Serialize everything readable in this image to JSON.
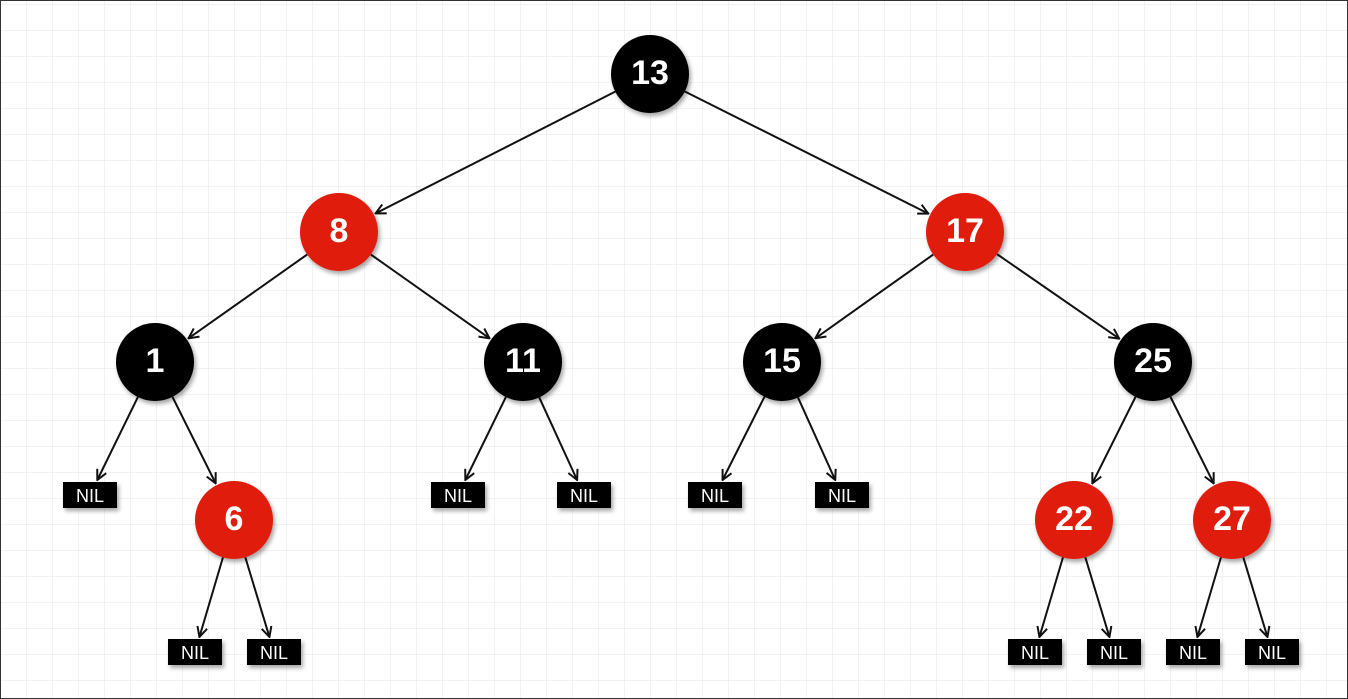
{
  "colors": {
    "background": "#ffffff",
    "grid": "#e6e6e6",
    "frame": "#333333",
    "black_node": "#000000",
    "red_node": "#e01a0e",
    "edge": "#111111",
    "nil_fill": "#000000",
    "text": "#ffffff"
  },
  "nodes": [
    {
      "id": "n13",
      "label": "13",
      "color": "black"
    },
    {
      "id": "n8",
      "label": "8",
      "color": "red"
    },
    {
      "id": "n17",
      "label": "17",
      "color": "red"
    },
    {
      "id": "n1",
      "label": "1",
      "color": "black"
    },
    {
      "id": "n11",
      "label": "11",
      "color": "black"
    },
    {
      "id": "n15",
      "label": "15",
      "color": "black"
    },
    {
      "id": "n25",
      "label": "25",
      "color": "black"
    },
    {
      "id": "n6",
      "label": "6",
      "color": "red"
    },
    {
      "id": "n22",
      "label": "22",
      "color": "red"
    },
    {
      "id": "n27",
      "label": "27",
      "color": "red"
    }
  ],
  "nil_label": "NIL",
  "nils": [
    {
      "id": "nil1"
    },
    {
      "id": "nil2"
    },
    {
      "id": "nil3"
    },
    {
      "id": "nil4"
    },
    {
      "id": "nil5"
    },
    {
      "id": "nil6"
    },
    {
      "id": "nil7"
    },
    {
      "id": "nil8"
    },
    {
      "id": "nil9"
    },
    {
      "id": "nil10"
    },
    {
      "id": "nil11"
    }
  ],
  "edges": [
    {
      "from": "n13",
      "to": "n8"
    },
    {
      "from": "n13",
      "to": "n17"
    },
    {
      "from": "n8",
      "to": "n1"
    },
    {
      "from": "n8",
      "to": "n11"
    },
    {
      "from": "n17",
      "to": "n15"
    },
    {
      "from": "n17",
      "to": "n25"
    },
    {
      "from": "n1",
      "to": "nil1"
    },
    {
      "from": "n1",
      "to": "n6"
    },
    {
      "from": "n6",
      "to": "nil2"
    },
    {
      "from": "n6",
      "to": "nil3"
    },
    {
      "from": "n11",
      "to": "nil4"
    },
    {
      "from": "n11",
      "to": "nil5"
    },
    {
      "from": "n15",
      "to": "nil6"
    },
    {
      "from": "n15",
      "to": "nil7"
    },
    {
      "from": "n25",
      "to": "n22"
    },
    {
      "from": "n25",
      "to": "n27"
    },
    {
      "from": "n22",
      "to": "nil8"
    },
    {
      "from": "n22",
      "to": "nil9"
    },
    {
      "from": "n27",
      "to": "nil10"
    },
    {
      "from": "n27",
      "to": "nil11"
    }
  ]
}
